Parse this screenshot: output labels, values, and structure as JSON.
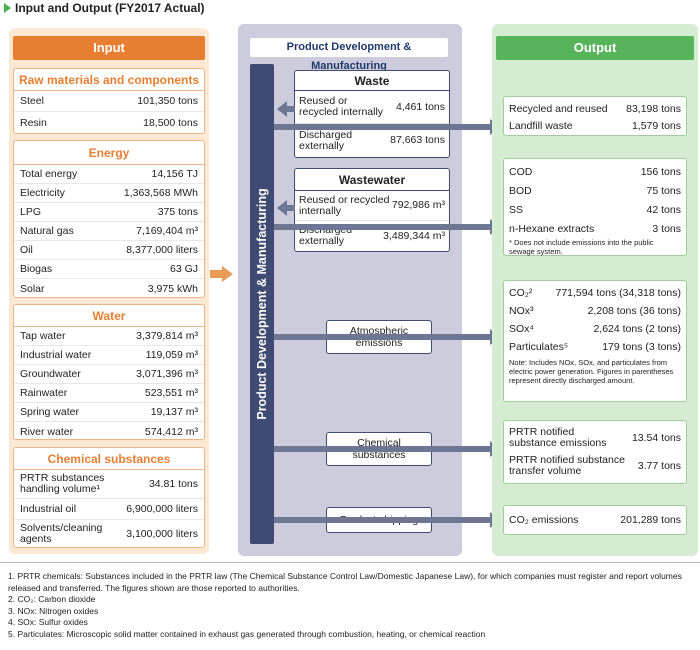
{
  "title": "Input and Output (FY2017 Actual)",
  "input": {
    "header": "Input",
    "raw": {
      "head": "Raw materials and components",
      "rows": [
        {
          "label": "Steel",
          "value": "101,350 tons"
        },
        {
          "label": "Resin",
          "value": "18,500 tons"
        }
      ]
    },
    "energy": {
      "head": "Energy",
      "rows": [
        {
          "label": "Total energy",
          "value": "14,156 TJ"
        },
        {
          "label": "Electricity",
          "value": "1,363,568 MWh"
        },
        {
          "label": "LPG",
          "value": "375 tons"
        },
        {
          "label": "Natural gas",
          "value": "7,169,404 m³"
        },
        {
          "label": "Oil",
          "value": "8,377,000 liters"
        },
        {
          "label": "Biogas",
          "value": "63 GJ"
        },
        {
          "label": "Solar",
          "value": "3,975 kWh"
        }
      ]
    },
    "water": {
      "head": "Water",
      "rows": [
        {
          "label": "Tap water",
          "value": "3,379,814 m³"
        },
        {
          "label": "Industrial water",
          "value": "119,059 m³"
        },
        {
          "label": "Groundwater",
          "value": "3,071,396 m³"
        },
        {
          "label": "Rainwater",
          "value": "523,551 m³"
        },
        {
          "label": "Spring water",
          "value": "19,137 m³"
        },
        {
          "label": "River water",
          "value": "574,412 m³"
        }
      ]
    },
    "chemical": {
      "head": "Chemical substances",
      "rows": [
        {
          "label": "PRTR substances handling volume¹",
          "value": "34.81 tons"
        },
        {
          "label": "Industrial oil",
          "value": "6,900,000 liters"
        },
        {
          "label": "Solvents/cleaning agents",
          "value": "3,100,000 liters"
        }
      ]
    }
  },
  "middle": {
    "title": "Product Development & Manufacturing",
    "vertical_label": "Product Development & Manufacturing",
    "waste": {
      "head": "Waste",
      "rows": [
        {
          "label": "Reused or recycled internally",
          "value": "4,461 tons"
        },
        {
          "label": "Discharged externally",
          "value": "87,663 tons"
        }
      ]
    },
    "wastewater": {
      "head": "Wastewater",
      "rows": [
        {
          "label": "Reused or recycled internally",
          "value": "792,986 m³"
        },
        {
          "label": "Discharged externally",
          "value": "3,489,344 m³"
        }
      ]
    },
    "atmospheric": "Atmospheric emissions",
    "chemical": "Chemical substances",
    "shipping": "Product shipping"
  },
  "output": {
    "header": "Output",
    "waste_rows": [
      {
        "label": "Recycled and reused",
        "value": "83,198 tons"
      },
      {
        "label": "Landfill waste",
        "value": "1,579 tons"
      }
    ],
    "water_rows": [
      {
        "label": "COD",
        "value": "156 tons"
      },
      {
        "label": "BOD",
        "value": "75 tons"
      },
      {
        "label": "SS",
        "value": "42 tons"
      },
      {
        "label": "n-Hexane extracts",
        "value": "3 tons"
      }
    ],
    "water_note": "* Does not include emissions into the public sewage system.",
    "air_rows": [
      {
        "label": "CO₂²",
        "value": "771,594 tons (34,318 tons)"
      },
      {
        "label": "NOx³",
        "value": "2,208 tons (36 tons)"
      },
      {
        "label": "SOx⁴",
        "value": "2,624 tons (2 tons)"
      },
      {
        "label": "Particulates⁵",
        "value": "179 tons (3 tons)"
      }
    ],
    "air_note": "Note: Includes NOx, SOx, and particulates from electric power generation. Figures in parentheses represent directly discharged amount.",
    "prtr_rows": [
      {
        "label": "PRTR notified substance emissions",
        "value": "13.54 tons"
      },
      {
        "label": "PRTR notified substance transfer volume",
        "value": "3.77 tons"
      }
    ],
    "co2_row": {
      "label": "CO₂ emissions",
      "value": "201,289 tons"
    }
  },
  "footnotes": [
    "1. PRTR chemicals: Substances included in the PRTR law (The Chemical Substance Control Law/Domestic Japanese Law), for which companies must register and report volumes released and transferred. The figures shown are those reported to authorities.",
    "2. CO₂: Carbon dioxide",
    "3. NOx: Nitrogen oxides",
    "4. SOx: Sulfur oxides",
    "5. Particulates: Microscopic solid matter contained in exhaust gas generated through combustion, heating, or chemical reaction"
  ]
}
